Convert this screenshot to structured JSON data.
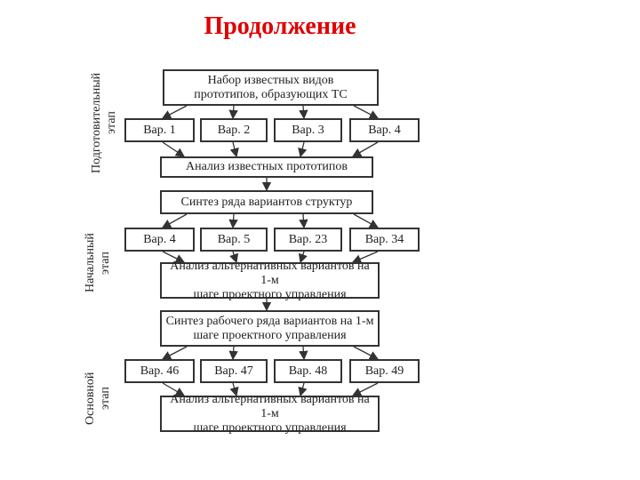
{
  "page": {
    "title": "Продолжение"
  },
  "stages": {
    "preparatory": "Подготовительный\nэтап",
    "initial": "Начальный\nэтап",
    "main": "Основной\nэтап"
  },
  "boxes": {
    "known_prototypes": "Набор известных видов\nпрототипов, образующих ТС",
    "analysis_known": "Анализ известных прототипов",
    "synthesis_series": "Синтез ряда вариантов структур",
    "analysis_alt_1": "Анализ альтернативных вариантов на 1-м\nшаге проектного управления",
    "synthesis_work_1": "Синтез рабочего ряда вариантов на 1-м\nшаге проектного управления",
    "analysis_alt_1_final": "Анализ альтернативных вариантов на 1-м\nшаге проектного управления"
  },
  "variants": {
    "row1": [
      "Вар. 1",
      "Вар. 2",
      "Вар. 3",
      "Вар. 4"
    ],
    "row2": [
      "Вар. 4",
      "Вар. 5",
      "Вар. 23",
      "Вар. 34"
    ],
    "row3": [
      "Вар. 46",
      "Вар. 47",
      "Вар. 48",
      "Вар. 49"
    ]
  }
}
